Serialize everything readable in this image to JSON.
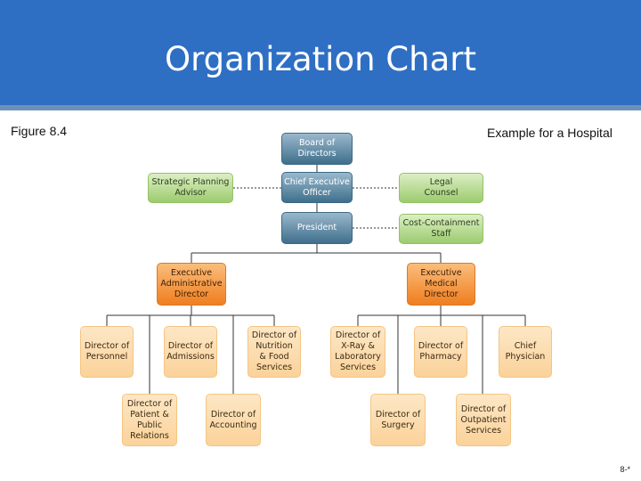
{
  "title": "Organization Chart",
  "figure_label": "Figure 8.4",
  "subtitle": "Example for a Hospital",
  "page_number": "8-*",
  "nodes": {
    "board": "Board of\nDirectors",
    "ceo": "Chief Executive\nOfficer",
    "president": "President",
    "strategic": "Strategic Planning\nAdvisor",
    "legal": "Legal\nCounsel",
    "cost": "Cost-Containment\nStaff",
    "exec_admin": "Executive\nAdministrative\nDirector",
    "exec_medical": "Executive\nMedical\nDirector",
    "personnel": "Director of\nPersonnel",
    "admissions": "Director of\nAdmissions",
    "nutrition": "Director of\nNutrition\n& Food\nServices",
    "patient": "Director of\nPatient &\nPublic\nRelations",
    "accounting": "Director of\nAccounting",
    "xray": "Director of\nX-Ray &\nLaboratory\nServices",
    "pharmacy": "Director of\nPharmacy",
    "physician": "Chief\nPhysician",
    "surgery": "Director of\nSurgery",
    "outpatient": "Director of\nOutpatient\nServices"
  }
}
